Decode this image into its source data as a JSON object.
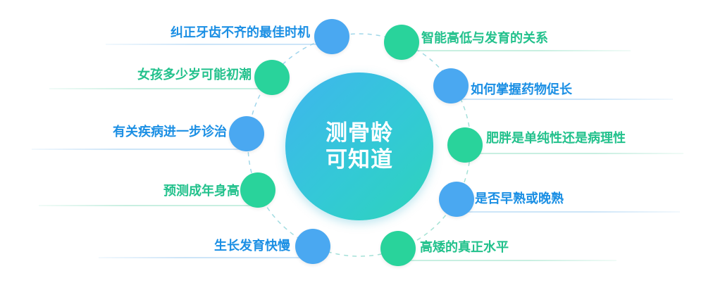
{
  "center": {
    "line1": "测骨龄",
    "line2": "可知道"
  },
  "left_items": [
    {
      "label": "纠正牙齿不齐的最佳时机",
      "tone": "blue"
    },
    {
      "label": "女孩多少岁可能初潮",
      "tone": "green"
    },
    {
      "label": "有关疾病进一步诊治",
      "tone": "blue"
    },
    {
      "label": "预测成年身高",
      "tone": "green"
    },
    {
      "label": "生长发育快慢",
      "tone": "blue"
    }
  ],
  "right_items": [
    {
      "label": "智能高低与发育的关系",
      "tone": "green"
    },
    {
      "label": "如何掌握药物促长",
      "tone": "blue"
    },
    {
      "label": "肥胖是单纯性还是病理性",
      "tone": "green"
    },
    {
      "label": "是否早熟或晚熟",
      "tone": "blue"
    },
    {
      "label": "高矮的真正水平",
      "tone": "green"
    }
  ],
  "colors": {
    "blue": "#4aa8f1",
    "green": "#29d39b",
    "blue_text": "#1b8fe4",
    "green_text": "#22c18c",
    "center_gradient_start": "#3fb5ee",
    "center_gradient_end": "#2dd4b9"
  }
}
